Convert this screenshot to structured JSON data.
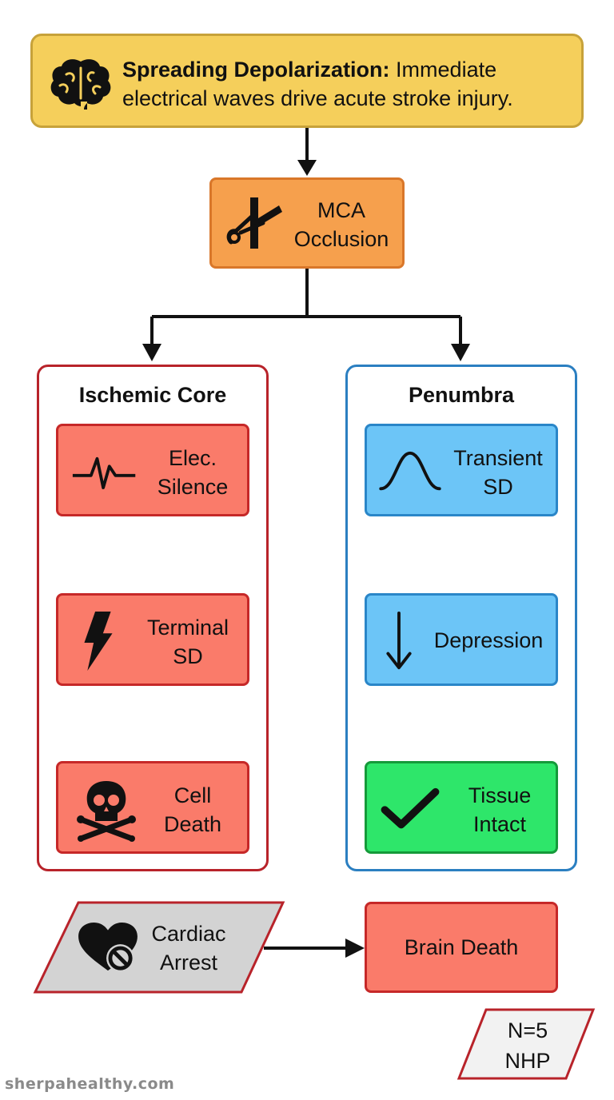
{
  "header": {
    "title_bold": "Spreading Depolarization:",
    "title_rest": " Immediate electrical waves drive acute stroke injury.",
    "icon": "brain-icon"
  },
  "occlusion": {
    "label_line1": "MCA",
    "label_line2": "Occlusion",
    "icon": "clamped-vessel-icon"
  },
  "core": {
    "title": "Ischemic Core",
    "steps": [
      {
        "line1": "Elec.",
        "line2": "Silence",
        "icon": "ecg-flatline-icon"
      },
      {
        "line1": "Terminal",
        "line2": "SD",
        "icon": "lightning-bolt-icon"
      },
      {
        "line1": "Cell",
        "line2": "Death",
        "icon": "skull-crossbones-icon"
      }
    ]
  },
  "penumbra": {
    "title": "Penumbra",
    "steps": [
      {
        "line1": "Transient",
        "line2": "SD",
        "icon": "bell-curve-icon"
      },
      {
        "line1": "Depression",
        "line2": "",
        "icon": "down-arrow-icon"
      },
      {
        "line1": "Tissue",
        "line2": "Intact",
        "icon": "checkmark-icon"
      }
    ]
  },
  "cardiac": {
    "line1": "Cardiac",
    "line2": "Arrest",
    "icon": "heart-prohibited-icon"
  },
  "brain_death": {
    "label": "Brain Death"
  },
  "sample": {
    "line1": "N=5",
    "line2": "NHP"
  },
  "watermark": {
    "text": "sherpahealthy.com"
  },
  "colors": {
    "title_fill": "#f5cf5b",
    "occlusion_fill": "#f6a04d",
    "core_fill": "#fa7b6a",
    "penumbra_fill": "#6cc5f7",
    "intact_fill": "#2ee66a",
    "cardiac_fill": "#d3d3d3",
    "core_border": "#b8232a",
    "penumbra_border": "#2b7fc1"
  }
}
